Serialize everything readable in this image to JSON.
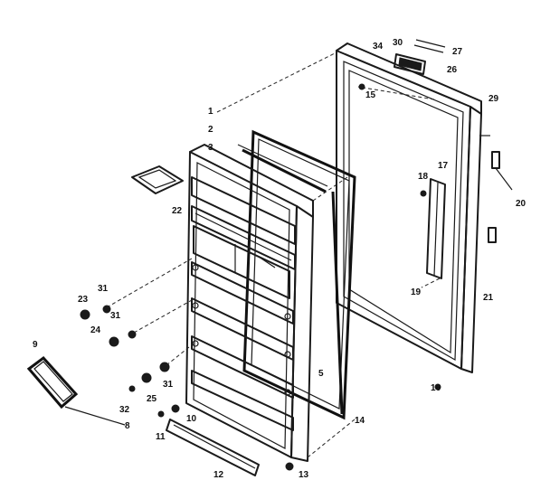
{
  "callouts": {
    "c1": "1",
    "c2": "2",
    "c3": "3",
    "c5": "5",
    "c8": "8",
    "c9": "9",
    "c10": "10",
    "c11": "11",
    "c12": "12",
    "c13": "13",
    "c14": "14",
    "c15": "15",
    "c16": "16",
    "c17": "17",
    "c18": "18",
    "c19": "19",
    "c20": "20",
    "c21": "21",
    "c22": "22",
    "c23": "23",
    "c24": "24",
    "c25": "25",
    "c26": "26",
    "c27": "27",
    "c29": "29",
    "c30": "30",
    "c31a": "31",
    "c31b": "31",
    "c31c": "31",
    "c32": "32",
    "c34": "34"
  }
}
